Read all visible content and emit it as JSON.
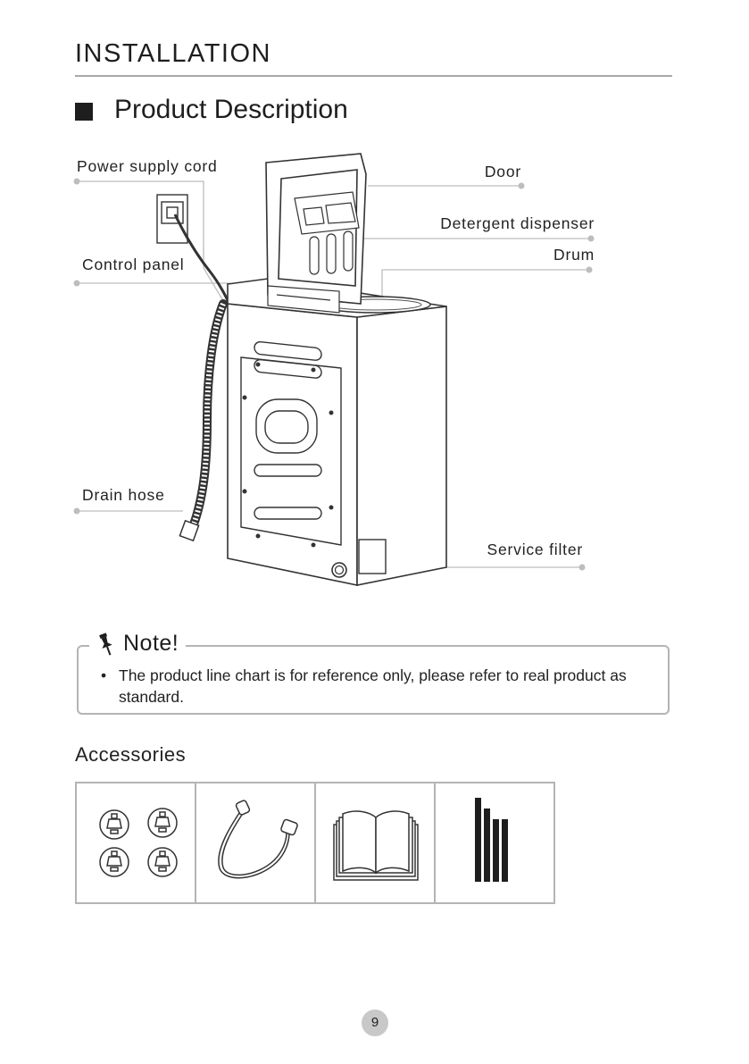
{
  "header": {
    "section_title": "INSTALLATION",
    "subsection_title": "Product Description"
  },
  "diagram": {
    "labels": {
      "power_supply_cord": "Power supply cord",
      "control_panel": "Control panel",
      "drain_hose": "Drain hose",
      "door": "Door",
      "detergent_dispenser": "Detergent dispenser",
      "drum": "Drum",
      "service_filter": "Service filter"
    }
  },
  "note": {
    "title": "Note!",
    "bullet": "•",
    "text": "The product line chart is for reference only, please refer to real product as standard."
  },
  "accessories": {
    "title": "Accessories",
    "items": [
      "feet-caps-icon",
      "inlet-hose-icon",
      "manual-book-icon",
      "bars-icon"
    ]
  },
  "footer": {
    "page_number": "9"
  },
  "colors": {
    "text": "#222222",
    "rule": "#a8a8a8",
    "box_border": "#b4b4b4",
    "badge": "#c8c8c8",
    "leader_line": "#bdbdbd"
  }
}
